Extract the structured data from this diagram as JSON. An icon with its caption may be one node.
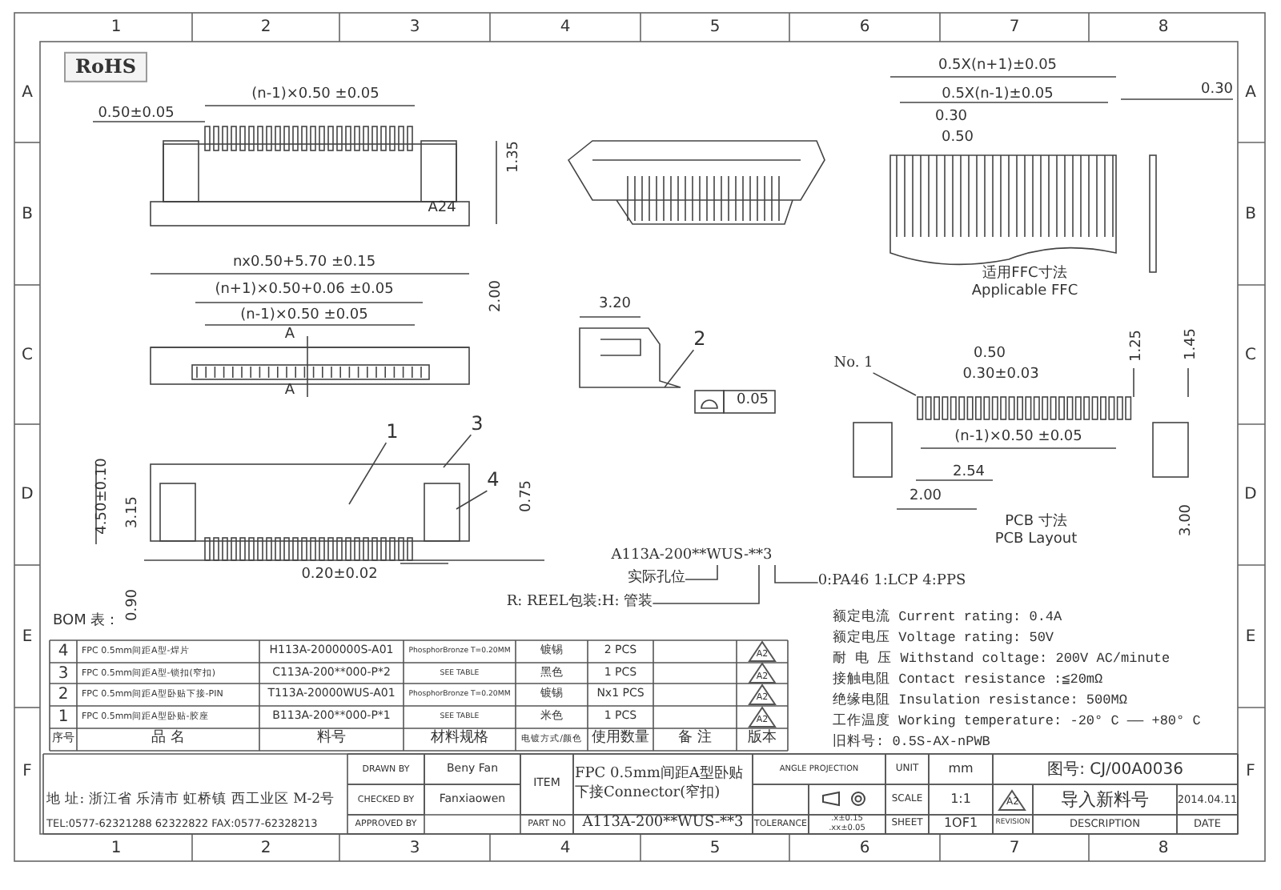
{
  "diagram": {
    "nodes": [
      {
        "text": [
          "1"
        ]
      },
      {
        "text": [
          "2"
        ]
      },
      {
        "text": [
          "3"
        ]
      },
      {
        "text": [
          "4"
        ]
      },
      {
        "text": [
          "No. 1"
        ]
      },
      {
        "text": [
          "A113A-200**WUS-**3"
        ]
      },
      {
        "text": [
          "实际孔位"
        ]
      },
      {
        "text": [
          "R: REEL包装:H: 管装"
        ]
      },
      {
        "text": [
          "0:PA46 1:LCP 4:PPS"
        ]
      }
    ],
    "edges": [
      {
        "from": 0,
        "to": null,
        "arrow": "none"
      },
      {
        "from": 1,
        "to": null,
        "arrow": "none"
      },
      {
        "from": 2,
        "to": null,
        "arrow": "none"
      },
      {
        "from": 3,
        "to": null,
        "arrow": "none"
      },
      {
        "from": 4,
        "to": null,
        "arrow": "none"
      },
      {
        "from": 6,
        "to": 5,
        "arrow": "none"
      },
      {
        "from": 7,
        "to": 5,
        "arrow": "none"
      },
      {
        "from": 8,
        "to": 5,
        "arrow": "none"
      }
    ],
    "labels": [
      "RoHS",
      "1",
      "2",
      "3",
      "4",
      "5",
      "6",
      "7",
      "8",
      "A",
      "B",
      "C",
      "D",
      "E",
      "F",
      "A",
      "B",
      "C",
      "D",
      "E",
      "F",
      "1",
      "2",
      "3",
      "4",
      "5",
      "6",
      "7",
      "8",
      "0.50±0.05",
      "(n-1)×0.50 ±0.05",
      "0.5X(n+1)±0.05",
      "0.5X(n-1)±0.05",
      "0.30",
      "0.30",
      "0.50",
      "1.35",
      "A24",
      "适用FFC寸法",
      "Applicable FFC",
      "nx0.50+5.70 ±0.15",
      "(n+1)×0.50+0.06 ±0.05",
      "2.00",
      "(n-1)×0.50 ±0.05",
      "A",
      "3.20",
      "0.50",
      "0.30±0.03",
      "1.25",
      "1.45",
      "A",
      "0.05",
      "(n-1)×0.50 ±0.05",
      "4.50±0.10",
      "3.15",
      "0.75",
      "2.54",
      "2.00",
      "3.00",
      "0.20±0.02",
      "PCB 寸法",
      "PCB Layout",
      "0.90",
      "BOM 表：",
      "4",
      "FPC 0.5mm间距A型-焊片",
      "H113A-2000000S-A01",
      "PhosphorBronze T=0.20MM",
      "镀锡",
      "2 PCS",
      "A2",
      "3",
      "FPC 0.5mm间距A型-锁扣(窄扣)",
      "C113A-200**000-P*2",
      "SEE TABLE",
      "黑色",
      "1 PCS",
      "A2",
      "2",
      "FPC 0.5mm间距A型卧贴下接-PIN",
      "T113A-20000WUS-A01",
      "PhosphorBronze T=0.20MM",
      "镀锡",
      "Nx1 PCS",
      "A2",
      "1",
      "FPC 0.5mm间距A型卧贴-胶座",
      "B113A-200**000-P*1",
      "SEE TABLE",
      "米色",
      "1 PCS",
      "A2",
      "序号",
      "品 名",
      "料号",
      "材料规格",
      "电镀方式/颜色",
      "使用数量",
      "备 注",
      "版本",
      "额定电流 Current rating: 0.4A",
      "额定电压 Voltage rating: 50V",
      "耐 电 压 Withstand coltage: 200V AC/minute",
      "接触电阻 Contact resistance :≦20mΩ",
      "绝缘电阻 Insulation resistance: 500MΩ",
      "工作温度 Working temperature: -20° C —— +80° C",
      "旧料号: 0.5S-AX-nPWB",
      "地 址: 浙江省 乐清市 虹桥镇 西工业区 M-2号",
      "TEL:0577-62321288 62322822 FAX:0577-62328213",
      "DRAWN BY",
      "Beny Fan",
      "ITEM",
      "FPC 0.5mm间距A型卧贴下接Connector(窄扣)",
      "ANGLE PROJECTION",
      "UNIT",
      "mm",
      "图号: CJ/00A0036",
      "CHECKED BY",
      "Fanxiaowen",
      "SCALE",
      "1:1",
      "A2",
      "导入新料号",
      "2014.04.11",
      "APPROVED BY",
      "PART NO",
      "A113A-200**WUS-**3",
      "TOLERANCE",
      ".x±0.15 .xx±0.05",
      "SHEET",
      "1OF1",
      "REVISION",
      "DESCRIPTION",
      "DATE"
    ]
  }
}
